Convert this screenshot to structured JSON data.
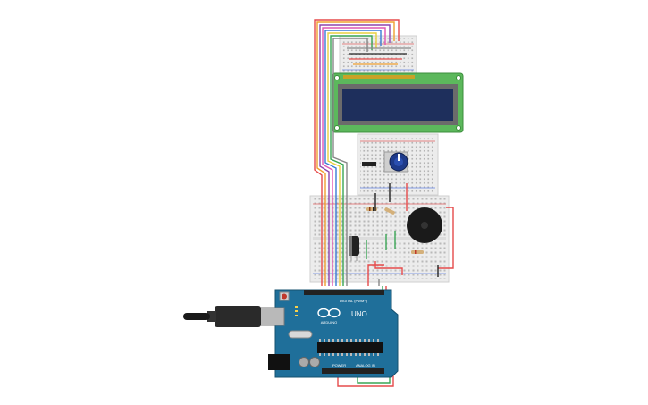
{
  "arduino": {
    "model": "UNO",
    "brand": "ARDUINO",
    "header_power": "POWER",
    "header_analog": "ANALOG IN",
    "header_digital": "DIGITAL (PWM~)",
    "board_color": "#1f6f9a"
  },
  "components": {
    "lcd": {
      "type": "16x2 LCD",
      "screen_color": "#1e2f5c",
      "pcb_color": "#5cb85c"
    },
    "potentiometer": {
      "type": "potentiometer",
      "knob_color": "#1e3a8a"
    },
    "buzzer": {
      "type": "piezo buzzer"
    },
    "capacitor": {
      "type": "electrolytic capacitor"
    },
    "resistors": {
      "count": 3
    },
    "leds": {
      "count": 0
    }
  },
  "wire_colors": [
    "#e54b4b",
    "#f0a030",
    "#e8d040",
    "#3aa655",
    "#3a7bd5",
    "#8e44ad",
    "#e056b4",
    "#888888",
    "#222222",
    "#ffffff"
  ]
}
